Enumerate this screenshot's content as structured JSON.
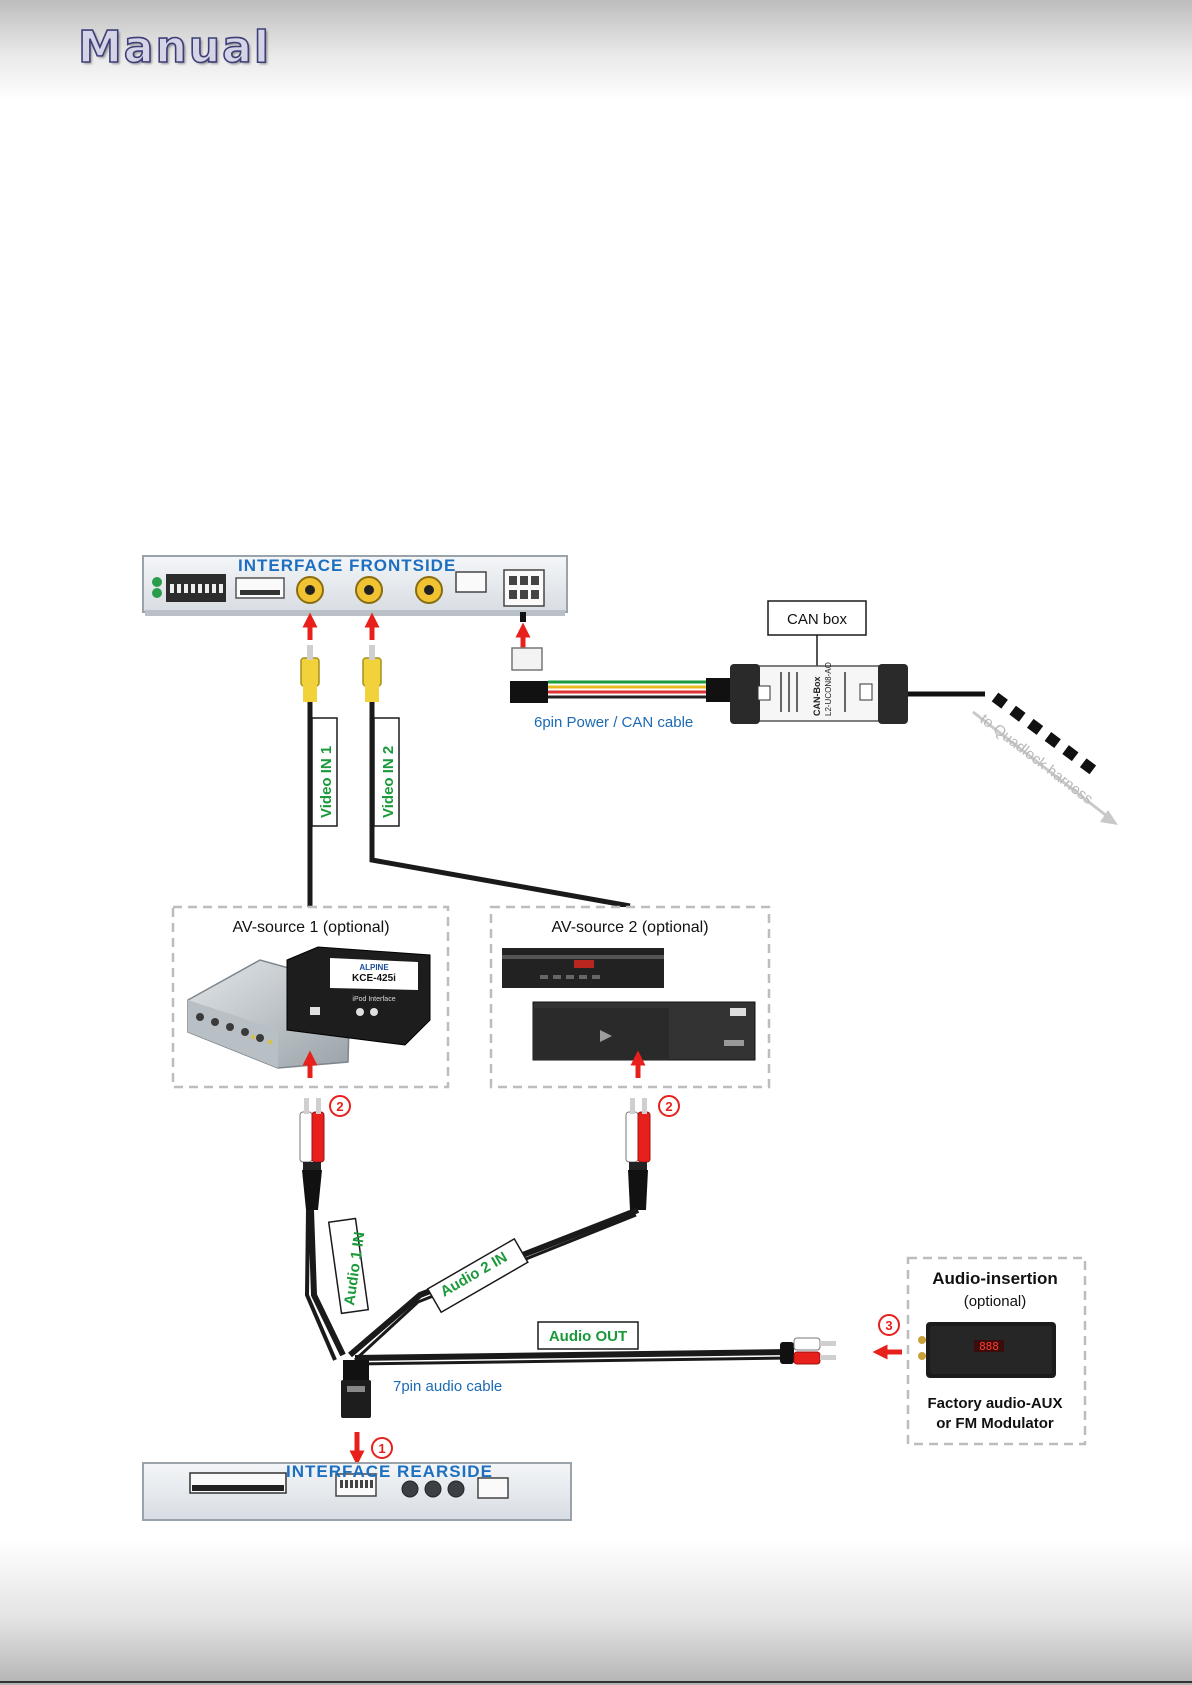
{
  "header": {
    "title": "Manual"
  },
  "diagram": {
    "interface_frontside": "INTERFACE  FRONTSIDE",
    "interface_rearside": "INTERFACE  REARSIDE",
    "can_box_label": "CAN box",
    "can_box_print": [
      "CAN-Box",
      "L2-UCON8-AO"
    ],
    "power_cable_label": "6pin Power / CAN cable",
    "quadlock_label": "to Quadlock harness",
    "video_in_1": "Video IN 1",
    "video_in_2": "Video IN 2",
    "av_source_1": "AV-source 1 (optional)",
    "av_source_2": "AV-source 2 (optional)",
    "kce_print": [
      "ALPINE",
      "KCE-425i",
      "iPod Interface"
    ],
    "audio_1_in": "Audio 1 IN",
    "audio_2_in": "Audio 2 IN",
    "audio_out": "Audio OUT",
    "audio_cable_label": "7pin audio cable",
    "audio_insertion_title": "Audio-insertion",
    "audio_insertion_sub": "(optional)",
    "audio_insertion_desc_1": "Factory audio-AUX",
    "audio_insertion_desc_2": "or FM Modulator",
    "markers": {
      "one": "1",
      "two": "2",
      "three": "3"
    },
    "colors": {
      "arrow": "#e8201c",
      "interface_text": "#1d6fc0",
      "cable_label": "#1a9a3a",
      "blue_label": "#1b6ab6"
    }
  }
}
